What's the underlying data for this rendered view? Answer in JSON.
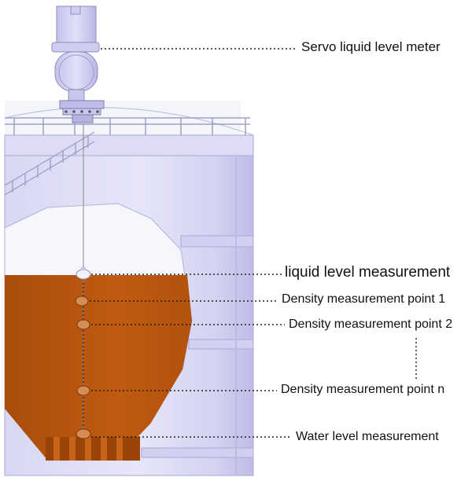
{
  "labels": {
    "servo": "Servo liquid level meter",
    "liquid_level": "liquid level measurement",
    "density_1": "Density measurement point 1",
    "density_2": "Density measurement point 2",
    "density_n": "Density measurement point n",
    "water_level": "Water level measurement"
  },
  "colors": {
    "tank_body": "#e4e3f6",
    "tank_shade": "#c9c7ec",
    "liquid": "#b9560f",
    "liquid_dark": "#8e3e08",
    "device": "#d4d4f2",
    "leader_line": "#222222"
  }
}
